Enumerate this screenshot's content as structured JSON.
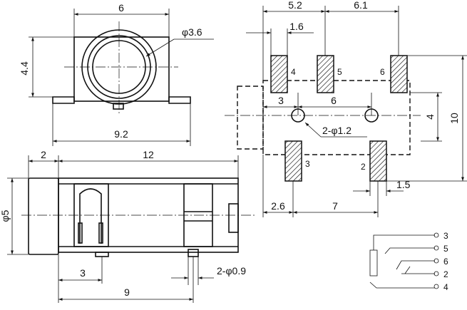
{
  "front_view": {
    "width": "6",
    "height": "4.4",
    "diameter": "φ3.6",
    "base_width": "9.2"
  },
  "side_view": {
    "flange": "2",
    "length": "12",
    "diameter": "φ5",
    "pin_offset": "3",
    "pin_span": "9",
    "pin_diameter": "2-φ0.9"
  },
  "pcb_layout": {
    "dim_5_2": "5.2",
    "dim_6_1": "6.1",
    "dim_1_6": "1.6",
    "dim_3": "3",
    "dim_6": "6",
    "dim_4": "4",
    "dim_10": "10",
    "hole_note": "2-φ1.2",
    "dim_2_6": "2.6",
    "dim_7": "7",
    "dim_1_5": "1.5",
    "pads": [
      "4",
      "5",
      "6",
      "3",
      "2"
    ]
  },
  "schematic": {
    "terminals": [
      "3",
      "5",
      "6",
      "2",
      "4"
    ]
  }
}
